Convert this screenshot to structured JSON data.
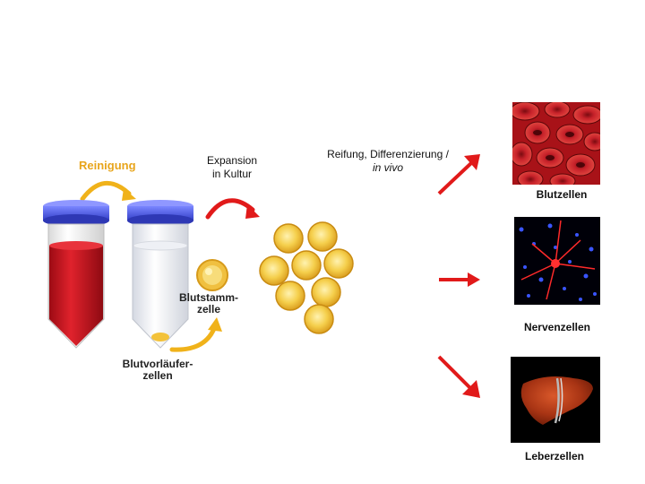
{
  "labels": {
    "reinigung": "Reinigung",
    "expansion_line1": "Expansion",
    "expansion_line2": "in Kultur",
    "reifung_line1": "Reifung, Differenzierung /",
    "reifung_line2": "in vivo",
    "blutstamm_line1": "Blutstamm-",
    "blutstamm_line2": "zelle",
    "blutvorlaeufer_line1": "Blutvorläufer-",
    "blutvorlaeufer_line2": "zellen"
  },
  "panels": [
    {
      "caption": "Blutzellen"
    },
    {
      "caption": "Nervenzellen"
    },
    {
      "caption": "Leberzellen"
    }
  ],
  "colors": {
    "orange_arrow": "#f0b21a",
    "red_arrow": "#e11a1a",
    "blood": "#c0121d",
    "cap_blue": "#4a55d8",
    "cell_yellow": "#f2c53a"
  }
}
